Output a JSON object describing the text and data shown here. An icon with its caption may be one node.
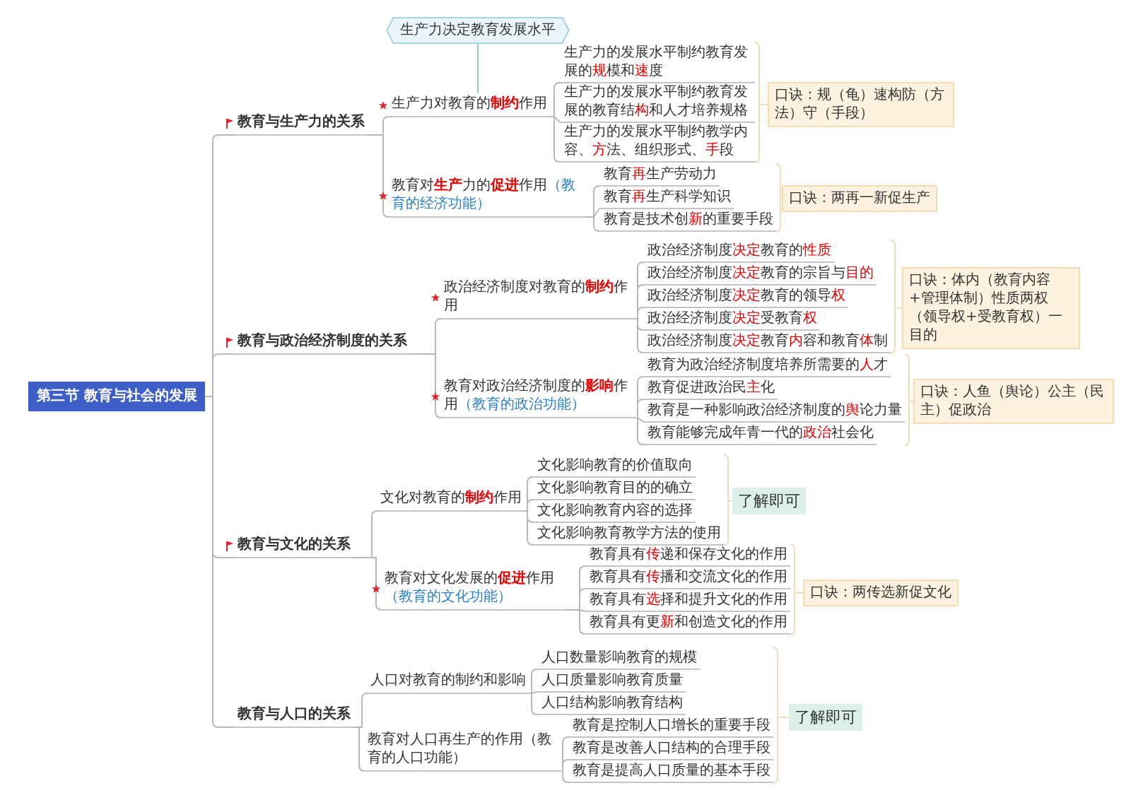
{
  "diagram": {
    "nodes": [
      {
        "text": [
          "第三节 教育与社会的发展"
        ]
      },
      {
        "text": [
          "教育与生产力的关系"
        ]
      },
      {
        "text": [
          "生产力决定教育发展水平"
        ]
      },
      {
        "text": [
          "生产力对教育的**制约**作用"
        ]
      },
      {
        "text": [
          "生产力的发展水平制约教育发展的**规**模和**速**度"
        ]
      },
      {
        "text": [
          "生产力的发展水平制约教育发展的教育结**构**和人才培养规格"
        ]
      },
      {
        "text": [
          "生产力的发展水平制约教学内容、**方**法、组织形式、**手**段"
        ]
      },
      {
        "text": [
          "口诀：规（龟）速构防（方法）守（手段）"
        ]
      },
      {
        "text": [
          "教育对**生产**力的**促进**作用",
          "（教育的经济功能）"
        ]
      },
      {
        "text": [
          "教育**再**生产劳动力"
        ]
      },
      {
        "text": [
          "教育**再**生产科学知识"
        ]
      },
      {
        "text": [
          "教育是技术创**新**的重要手段"
        ]
      },
      {
        "text": [
          "口诀：两再一新促生产"
        ]
      },
      {
        "text": [
          "教育与政治经济制度的关系"
        ]
      },
      {
        "text": [
          "政治经济制度对教育的**制约**作用"
        ]
      },
      {
        "text": [
          "政治经济制度**决定**教育的**性质**"
        ]
      },
      {
        "text": [
          "政治经济制度**决定**教育的宗旨与**目的**"
        ]
      },
      {
        "text": [
          "政治经济制度**决定**教育的领导**权**"
        ]
      },
      {
        "text": [
          "政治经济制度**决定**受教育**权**"
        ]
      },
      {
        "text": [
          "政治经济制度**决定**教育**内**容和教育**体**制"
        ]
      },
      {
        "text": [
          "口诀：体内（教育内容+管理体制）性质两权（领导权+受教育权）一目的"
        ]
      },
      {
        "text": [
          "教育对政治经济制度的**影响**作用",
          "（教育的政治功能）"
        ]
      },
      {
        "text": [
          "教育为政治经济制度培养所需要的**人**才"
        ]
      },
      {
        "text": [
          "教育促进政治民**主**化"
        ]
      },
      {
        "text": [
          "教育是一种影响政治经济制度的**舆**论力量"
        ]
      },
      {
        "text": [
          "教育能够完成年青一代的**政治**社会化"
        ]
      },
      {
        "text": [
          "口诀：人鱼（舆论）公主（民主）促政治"
        ]
      },
      {
        "text": [
          "教育与文化的关系"
        ]
      },
      {
        "text": [
          "文化对教育的**制约**作用"
        ]
      },
      {
        "text": [
          "文化影响教育的价值取向"
        ]
      },
      {
        "text": [
          "文化影响教育目的的确立"
        ]
      },
      {
        "text": [
          "文化影响教育内容的选择"
        ]
      },
      {
        "text": [
          "文化影响教育教学方法的使用"
        ]
      },
      {
        "text": [
          "了解即可"
        ]
      },
      {
        "text": [
          "教育对文化发展的**促进**作用",
          "（教育的文化功能）"
        ]
      },
      {
        "text": [
          "教育具有**传**递和保存文化的作用"
        ]
      },
      {
        "text": [
          "教育具有**传**播和交流文化的作用"
        ]
      },
      {
        "text": [
          "教育具有**选**择和提升文化的作用"
        ]
      },
      {
        "text": [
          "教育具有更**新**和创造文化的作用"
        ]
      },
      {
        "text": [
          "口诀：两传选新促文化"
        ]
      },
      {
        "text": [
          "教育与人口的关系"
        ]
      },
      {
        "text": [
          "人口对教育的制约和影响"
        ]
      },
      {
        "text": [
          "人口数量影响教育的规模"
        ]
      },
      {
        "text": [
          "人口质量影响教育质量"
        ]
      },
      {
        "text": [
          "人口结构影响教育结构"
        ]
      },
      {
        "text": [
          "教育对人口再生产的作用（教育的人口功能）"
        ]
      },
      {
        "text": [
          "教育是控制人口增长的重要手段"
        ]
      },
      {
        "text": [
          "教育是改善人口结构的合理手段"
        ]
      },
      {
        "text": [
          "教育是提高人口质量的基本手段"
        ]
      },
      {
        "text": [
          "了解即可"
        ]
      }
    ],
    "edges": [
      {
        "from": 0,
        "to": 1,
        "arrow": "none"
      },
      {
        "from": 0,
        "to": 13,
        "arrow": "none"
      },
      {
        "from": 0,
        "to": 27,
        "arrow": "none"
      },
      {
        "from": 0,
        "to": 40,
        "arrow": "none"
      },
      {
        "from": 2,
        "to": 3,
        "arrow": "none",
        "color": "#8ec9e0"
      },
      {
        "from": 1,
        "to": 3,
        "arrow": "none"
      },
      {
        "from": 1,
        "to": 8,
        "arrow": "none"
      },
      {
        "from": 3,
        "to": 4,
        "arrow": "none"
      },
      {
        "from": 3,
        "to": 5,
        "arrow": "none"
      },
      {
        "from": 3,
        "to": 6,
        "arrow": "none"
      },
      {
        "from": 8,
        "to": 9,
        "arrow": "none"
      },
      {
        "from": 8,
        "to": 10,
        "arrow": "none"
      },
      {
        "from": 8,
        "to": 11,
        "arrow": "none"
      },
      {
        "from": 13,
        "to": 14,
        "arrow": "none"
      },
      {
        "from": 13,
        "to": 21,
        "arrow": "none"
      },
      {
        "from": 14,
        "to": 15,
        "arrow": "none"
      },
      {
        "from": 14,
        "to": 16,
        "arrow": "none"
      },
      {
        "from": 14,
        "to": 17,
        "arrow": "none"
      },
      {
        "from": 14,
        "to": 18,
        "arrow": "none"
      },
      {
        "from": 14,
        "to": 19,
        "arrow": "none"
      },
      {
        "from": 21,
        "to": 22,
        "arrow": "none"
      },
      {
        "from": 21,
        "to": 23,
        "arrow": "none"
      },
      {
        "from": 21,
        "to": 24,
        "arrow": "none"
      },
      {
        "from": 21,
        "to": 25,
        "arrow": "none"
      },
      {
        "from": 27,
        "to": 28,
        "arrow": "none"
      },
      {
        "from": 27,
        "to": 34,
        "arrow": "none"
      },
      {
        "from": 28,
        "to": 29,
        "arrow": "none"
      },
      {
        "from": 28,
        "to": 30,
        "arrow": "none"
      },
      {
        "from": 28,
        "to": 31,
        "arrow": "none"
      },
      {
        "from": 28,
        "to": 32,
        "arrow": "none"
      },
      {
        "from": 34,
        "to": 35,
        "arrow": "none"
      },
      {
        "from": 34,
        "to": 36,
        "arrow": "none"
      },
      {
        "from": 34,
        "to": 37,
        "arrow": "none"
      },
      {
        "from": 34,
        "to": 38,
        "arrow": "none"
      },
      {
        "from": 40,
        "to": 41,
        "arrow": "none"
      },
      {
        "from": 40,
        "to": 45,
        "arrow": "none"
      },
      {
        "from": 41,
        "to": 42,
        "arrow": "none"
      },
      {
        "from": 41,
        "to": 43,
        "arrow": "none"
      },
      {
        "from": 41,
        "to": 44,
        "arrow": "none"
      },
      {
        "from": 45,
        "to": 46,
        "arrow": "none"
      },
      {
        "from": 45,
        "to": 47,
        "arrow": "none"
      },
      {
        "from": 45,
        "to": 48,
        "arrow": "none"
      }
    ]
  }
}
